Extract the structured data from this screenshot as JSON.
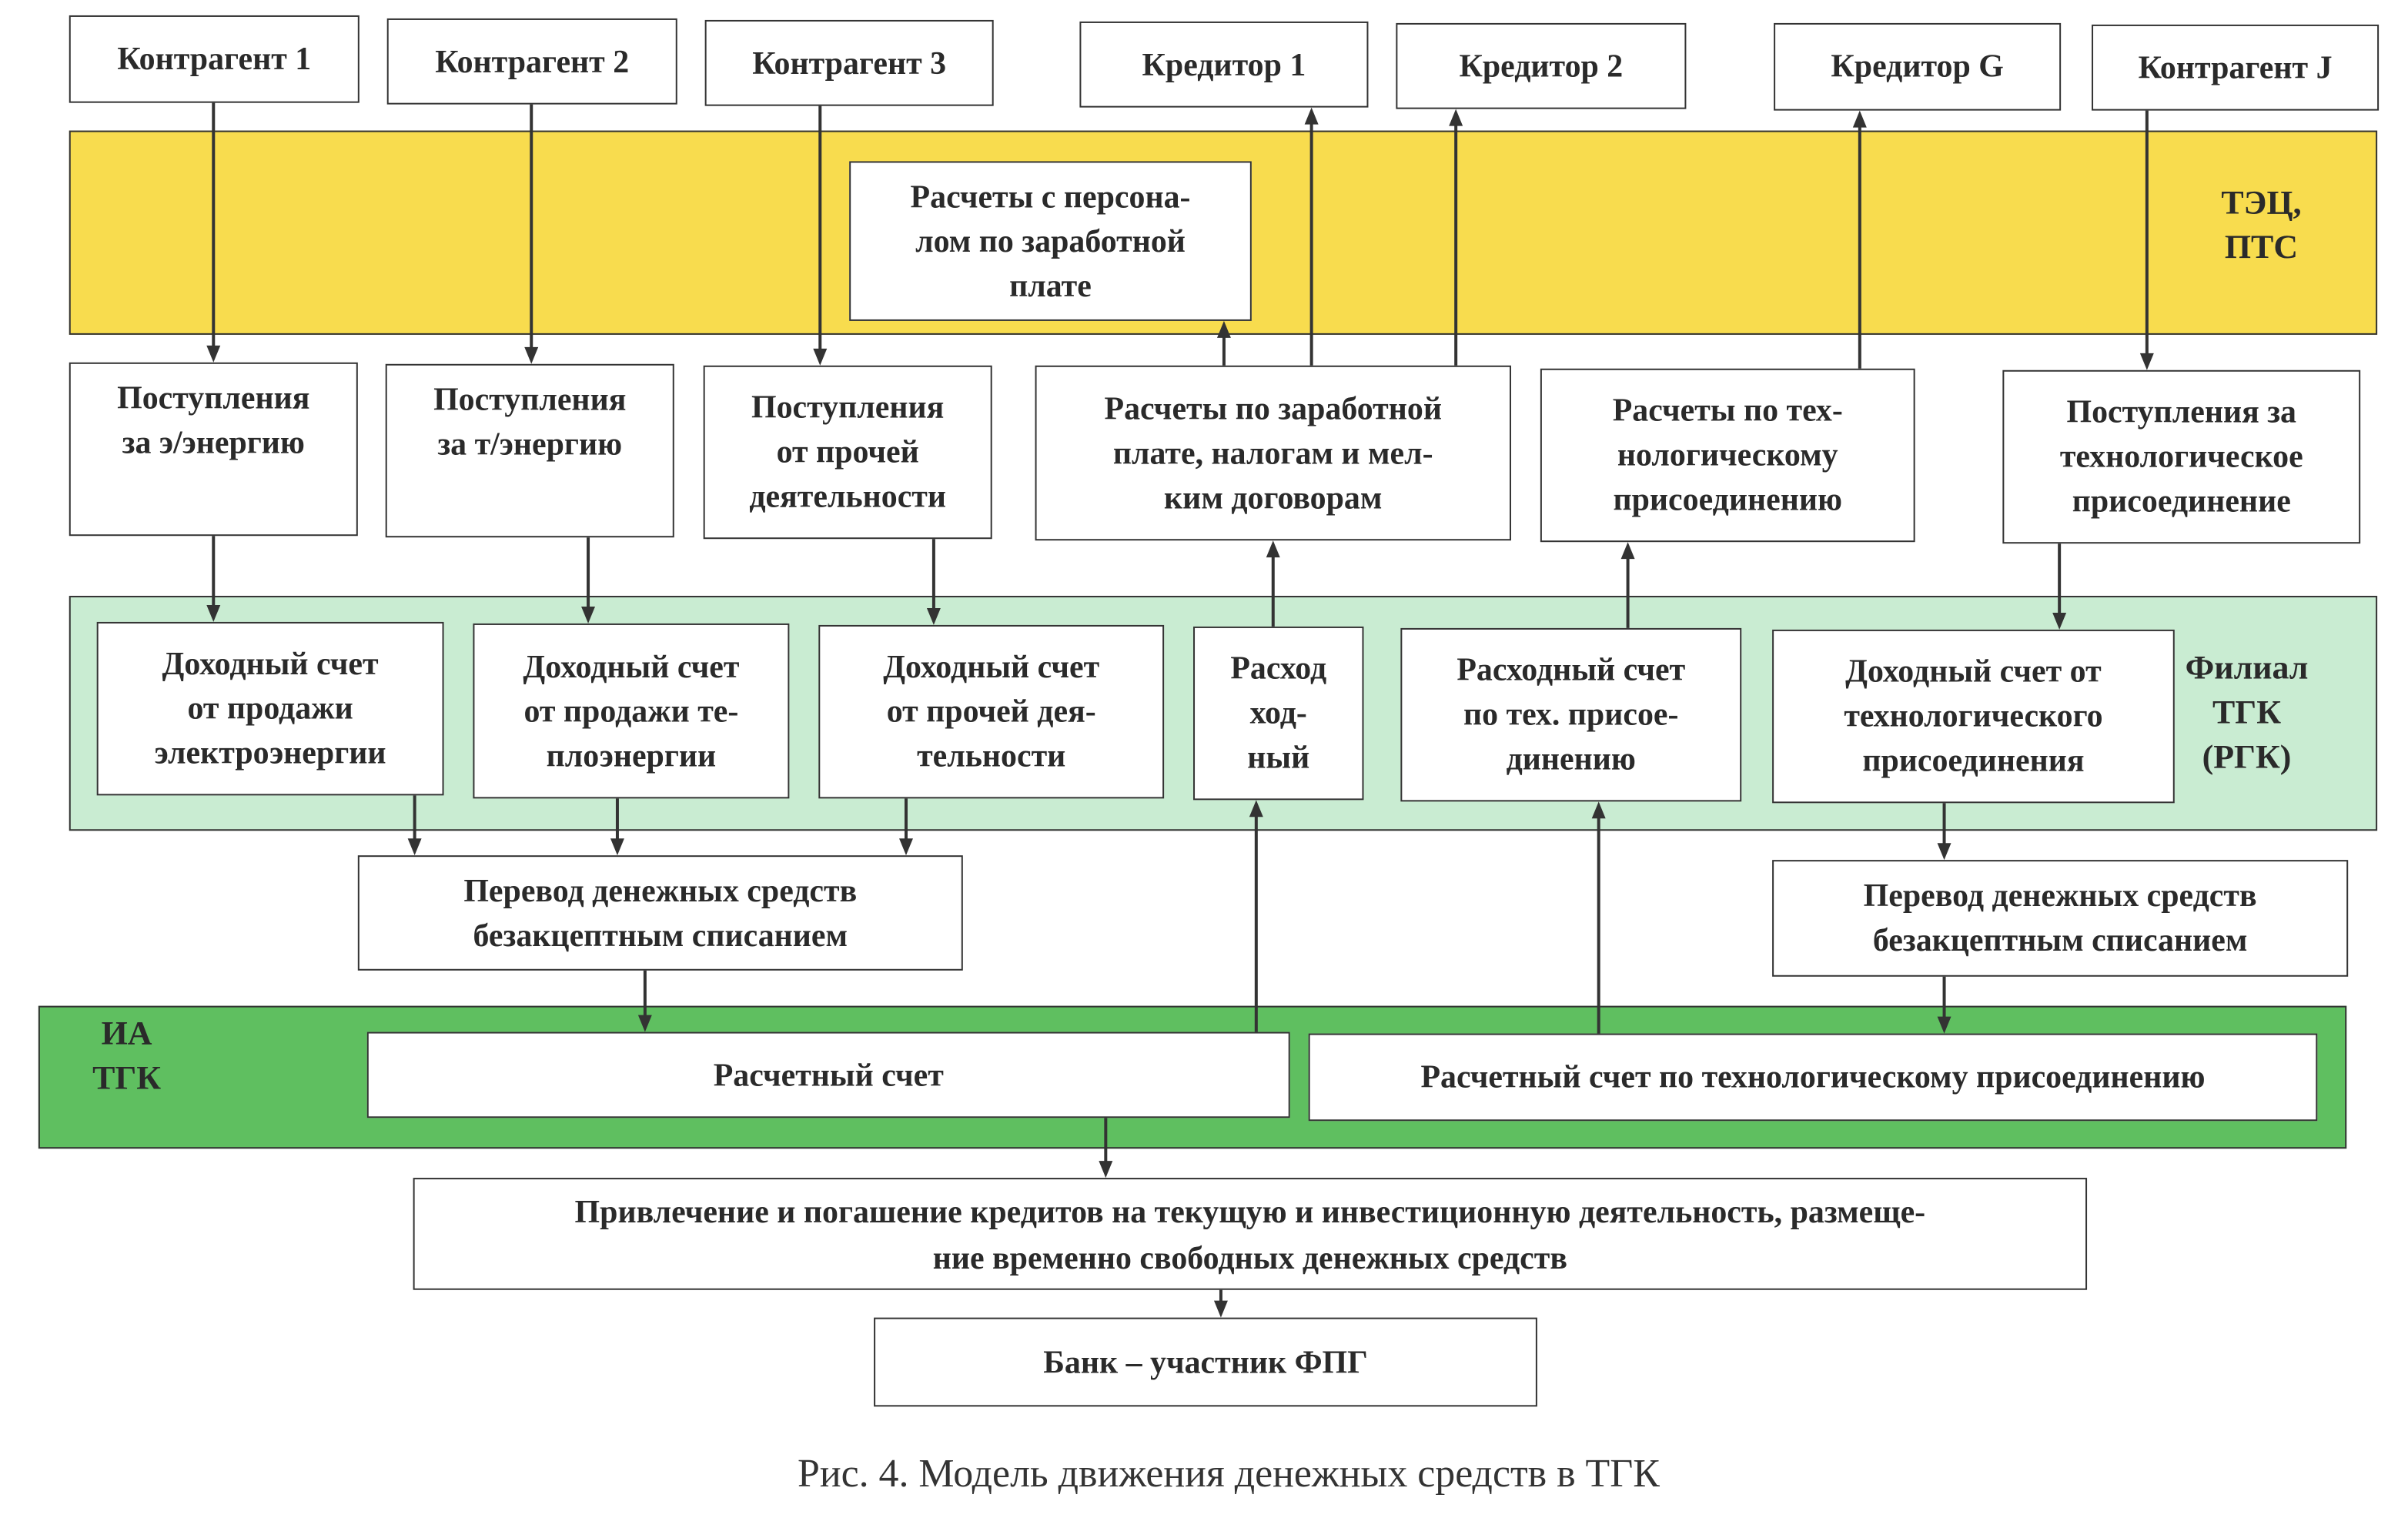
{
  "colors": {
    "tec_band": "#f8dc4e",
    "filial_band": "#c9ecd2",
    "ia_band": "#5fbf60"
  },
  "top": [
    "Контрагент 1",
    "Контрагент 2",
    "Контрагент 3",
    "Кредитор 1",
    "Кредитор 2",
    "Кредитор G",
    "Контрагент J"
  ],
  "tec": {
    "label": "ТЭЦ,\nПТС",
    "salary_box": "Расчеты с персона-\nлом по заработной\nплате"
  },
  "row2": [
    "Поступления\nза э/энергию",
    "Поступления\nза т/энергию",
    "Поступления\nот прочей\nдеятельности",
    "Расчеты по заработной\nплате, налогам и мел-\nким договорам",
    "Расчеты по  тех-\nнологическому\nприсоединению",
    "Поступления за\nтехнологическое\nприсоединение"
  ],
  "filial": {
    "label": "Филиал\nТГК\n(РГК)",
    "boxes": [
      "Доходный счет\nот  продажи\nэлектроэнергии",
      "Доходный счет\nот продажи те-\nплоэнергии",
      "Доходный счет\nот прочей  дея-\nтельности",
      "Расход\nход-\nный",
      "Расходный счет\nпо тех. присое-\nдинению",
      "Доходный счет от\nтехнологического\nприсоединения"
    ]
  },
  "transfer": [
    "Перевод денежных средств\nбезакцептным списанием",
    "Перевод денежных средств\nбезакцептным списанием"
  ],
  "ia": {
    "label": "ИА\nТГК",
    "accounts": [
      "Расчетный счет",
      "Расчетный счет по технологическому присоединению"
    ]
  },
  "credit": "Привлечение и погашение кредитов на текущую и инвестиционную деятельность, размеще-\nние временно свободных денежных средств",
  "bank": "Банк – участник ФПГ",
  "caption": "Рис. 4.  Модель движения денежных средств в ТГК"
}
